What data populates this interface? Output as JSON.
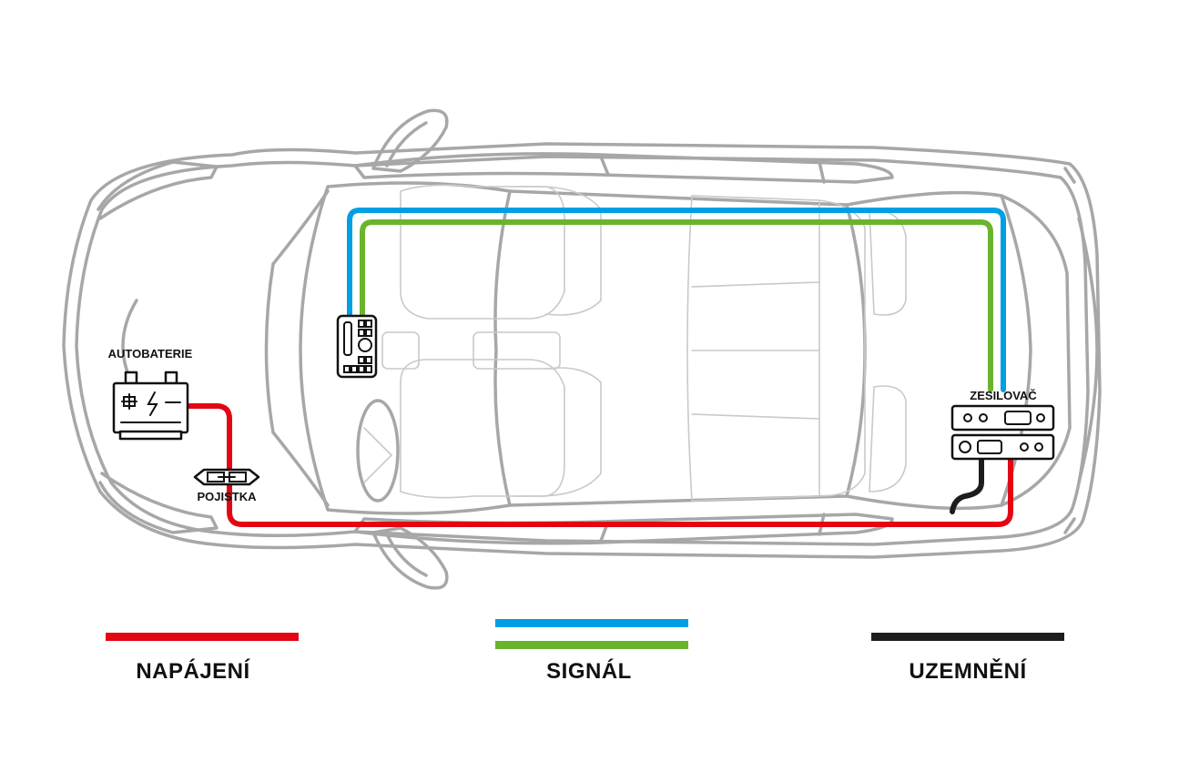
{
  "labels": {
    "battery": "AUTOBATERIE",
    "fuse": "POJISTKA",
    "amplifier": "ZESILOVAČ"
  },
  "legend": [
    {
      "label": "NAPÁJENÍ",
      "colors": [
        "#e30613"
      ]
    },
    {
      "label": "SIGNÁL",
      "colors": [
        "#009fe3",
        "#6ab42d"
      ]
    },
    {
      "label": "UZEMNĚNÍ",
      "colors": [
        "#1d1d1b"
      ]
    }
  ],
  "colors": {
    "power": "#e30613",
    "signal_blue": "#009fe3",
    "signal_green": "#6ab42d",
    "ground": "#1d1d1b",
    "car_outline": "#a7a7a7"
  }
}
